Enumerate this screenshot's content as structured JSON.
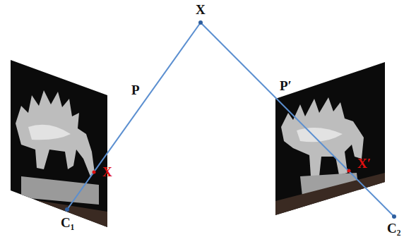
{
  "diagram": {
    "labels": [
      "X",
      "P",
      "P′",
      "X",
      "X′",
      "C₁",
      "C₂"
    ]
  }
}
